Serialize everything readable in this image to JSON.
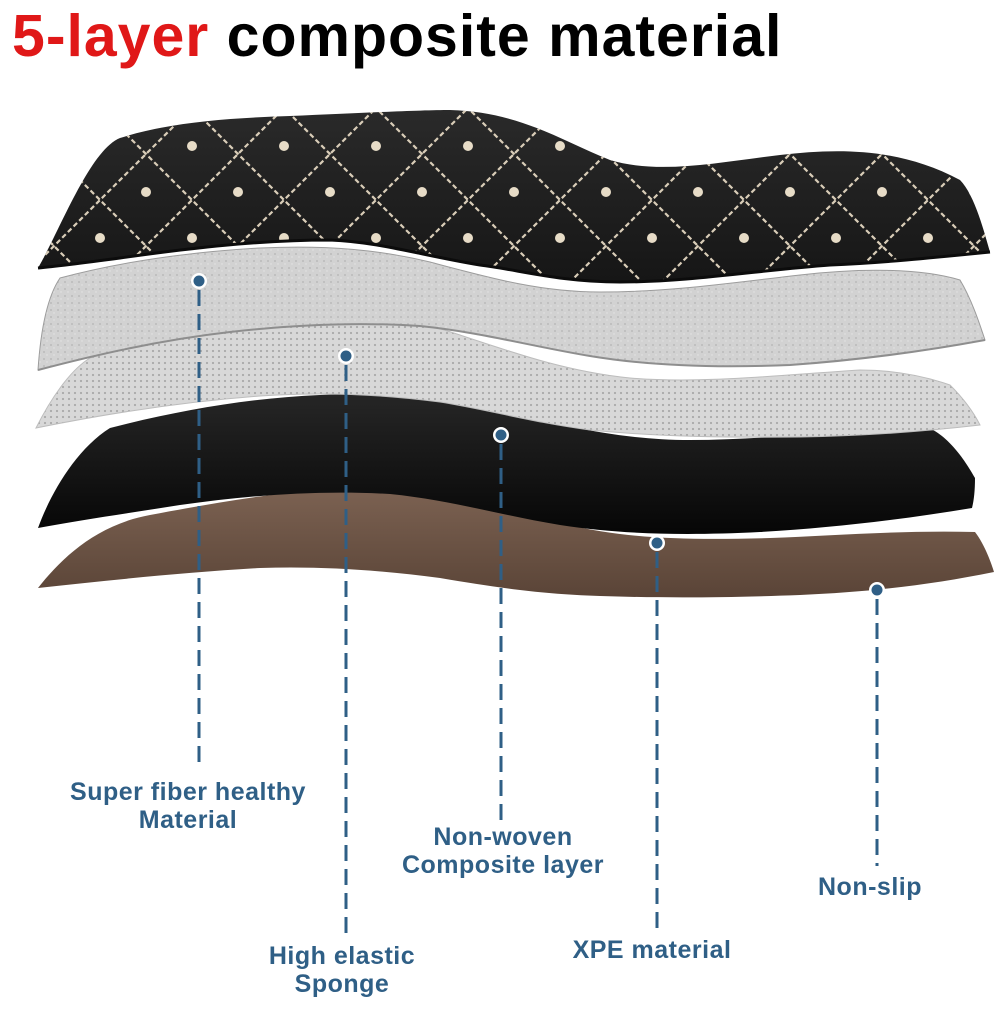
{
  "title": {
    "highlight": "5-layer",
    "rest": " composite material"
  },
  "colors": {
    "highlight": "#e01818",
    "label": "#2f5f86",
    "leader": "#2f5f86",
    "leather": "#1c1c1c",
    "stitching": "#d9cdb8",
    "sponge": "#cfcfcf",
    "nonwoven": "#dadada",
    "xpe": "#111111",
    "nonslip": "#6e5646"
  },
  "labels": {
    "super_fiber": [
      "Super fiber healthy",
      "Material"
    ],
    "sponge": [
      "High elastic",
      "Sponge"
    ],
    "nonwoven": [
      "Non-woven",
      "Composite layer"
    ],
    "xpe": [
      "XPE material"
    ],
    "nonslip": [
      "Non-slip"
    ]
  }
}
